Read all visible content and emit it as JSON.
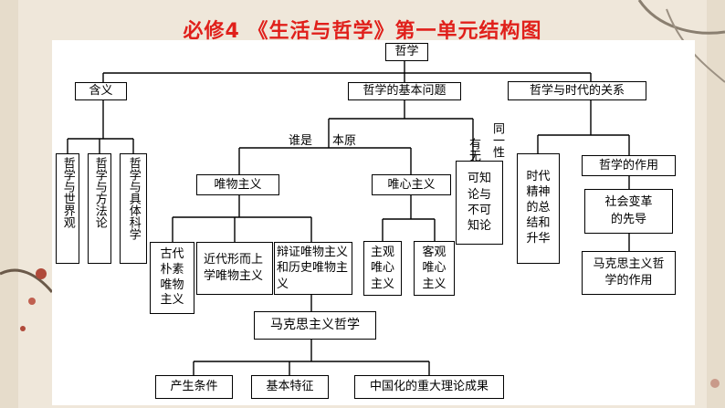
{
  "title": "必修4 《生活与哲学》第一单元结构图",
  "nodes": {
    "root": "哲学",
    "meaning": "含义",
    "basic_question": "哲学的基本问题",
    "era_relation": "哲学与时代的关系",
    "world_view": "哲学与世界观",
    "methodology": "哲学与方法论",
    "science": "哲学与具体科学",
    "materialism": "唯物主义",
    "idealism": "唯心主义",
    "knowable": "可知论与不可知论",
    "era_essence": "时代精神的总结和升华",
    "philosophy_role": "哲学的作用",
    "social_change": "社会变革的先导",
    "marxist_role": "马克思主义哲学的作用",
    "ancient_materialism": "古代朴素唯物主义",
    "modern_materialism": "近代形而上学唯物主义",
    "dialectical_materialism": "辩证唯物主义和历史唯物主义",
    "subjective_idealism": "主观唯心主义",
    "objective_idealism": "客观唯心主义",
    "marxist_philosophy": "马克思主义哲学",
    "conditions": "产生条件",
    "features": "基本特征",
    "sinicization": "中国化的重大理论成果"
  },
  "labels": {
    "who_is": "谁是",
    "origin": "本原",
    "identity": "同一性",
    "have_none": "有无"
  }
}
